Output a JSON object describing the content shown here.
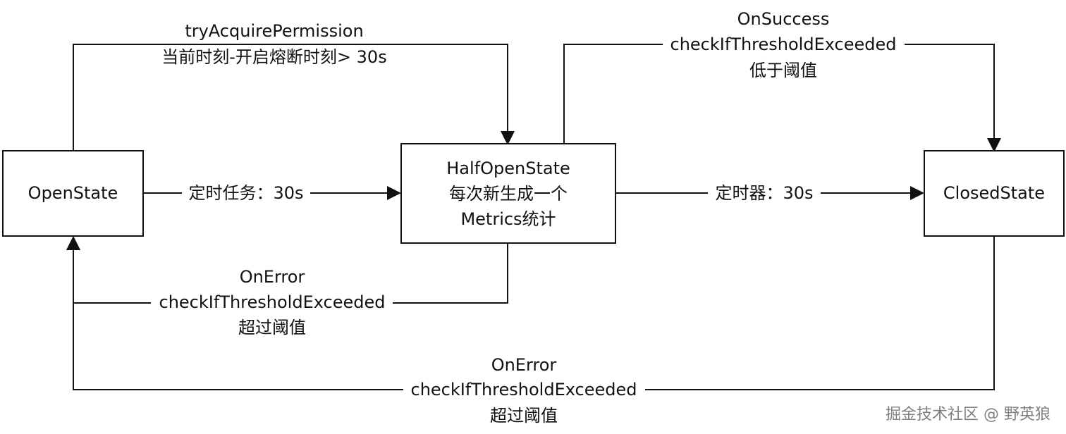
{
  "nodes": {
    "open_state": {
      "label": "OpenState"
    },
    "half_open_state": {
      "lines": [
        "HalfOpenState",
        "每次新生成一个",
        "Metrics统计"
      ]
    },
    "closed_state": {
      "label": "ClosedState"
    }
  },
  "edges": {
    "open_to_half_top": {
      "lines": [
        "tryAcquirePermission",
        "当前时刻-开启熔断时刻> 30s"
      ]
    },
    "open_to_half_middle": {
      "label": "定时任务：30s"
    },
    "half_to_closed_middle": {
      "label": "定时器：30s"
    },
    "half_to_closed_top": {
      "lines": [
        "OnSuccess",
        "checkIfThresholdExceeded",
        "低于阈值"
      ]
    },
    "half_to_open_error": {
      "lines": [
        "OnError",
        "checkIfThresholdExceeded",
        "超过阈值"
      ]
    },
    "closed_to_open_error": {
      "lines": [
        "OnError",
        "checkIfThresholdExceeded",
        "超过阈值"
      ]
    }
  },
  "watermark": {
    "text": "掘金技术社区 @ 野英狼"
  }
}
